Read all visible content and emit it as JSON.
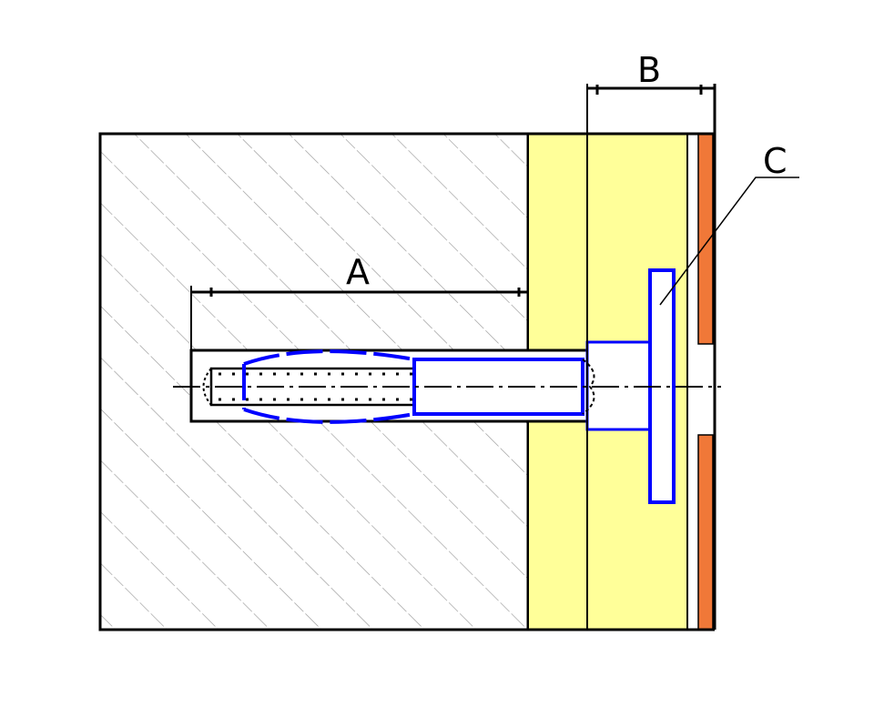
{
  "labels": {
    "a": "A",
    "b": "B",
    "c": "C"
  },
  "colors": {
    "insulation": "#ffff99",
    "cladding": "#f07838",
    "anchor": "#0000ff",
    "lines": "#000000",
    "hatch": "#888888"
  }
}
